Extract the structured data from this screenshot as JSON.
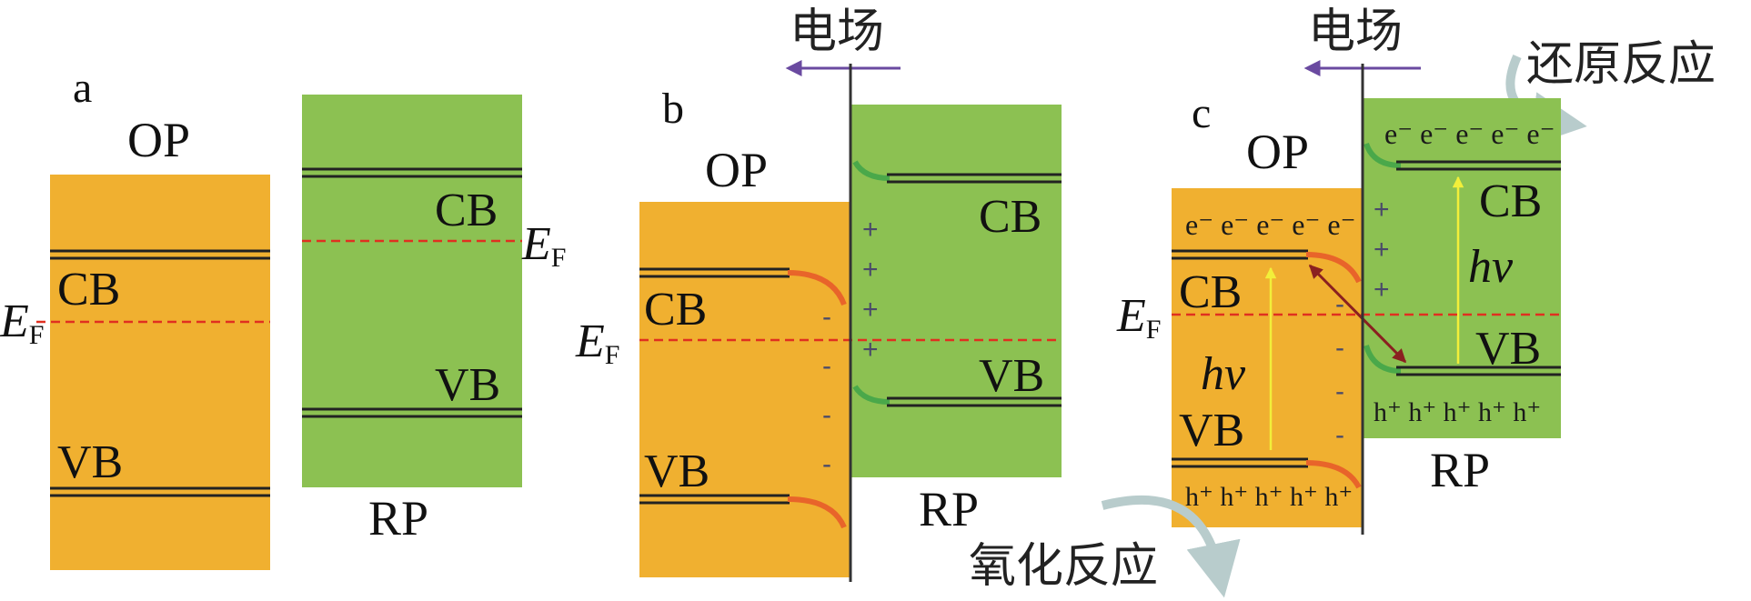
{
  "panel_a": {
    "letter": "a",
    "op_label": "OP",
    "rp_label": "RP",
    "op_cb": "CB",
    "op_vb": "VB",
    "rp_cb": "CB",
    "rp_vb": "VB",
    "ef_left": "E",
    "ef_left_sub": "F",
    "ef_right": "E",
    "ef_right_sub": "F"
  },
  "panel_b": {
    "letter": "b",
    "field_label": "电场",
    "op_label": "OP",
    "rp_label": "RP",
    "op_cb": "CB",
    "op_vb": "VB",
    "rp_cb": "CB",
    "rp_vb": "VB",
    "ef": "E",
    "ef_sub": "F",
    "minus": "-",
    "plus": "+"
  },
  "panel_c": {
    "letter": "c",
    "field_label": "电场",
    "reduction_label": "还原反应",
    "oxidation_label": "氧化反应",
    "op_label": "OP",
    "rp_label": "RP",
    "op_cb": "CB",
    "op_vb": "VB",
    "rp_cb": "CB",
    "rp_vb": "VB",
    "ef": "E",
    "ef_sub": "F",
    "hv_op": "hv",
    "hv_rp": "hv",
    "electrons_op": "e⁻ e⁻ e⁻ e⁻ e⁻",
    "electrons_rp": "e⁻ e⁻ e⁻ e⁻ e⁻",
    "holes_op": "h⁺ h⁺ h⁺ h⁺ h⁺",
    "holes_rp": "h⁺ h⁺ h⁺ h⁺ h⁺",
    "minus": "-",
    "plus": "+"
  },
  "colors": {
    "op_fill": "#f0b030",
    "rp_fill": "#8cc152",
    "band_line": "#222222",
    "fermi_line": "#e03020",
    "op_bend": "#e8642a",
    "rp_bend": "#4aa84a",
    "field_arrow": "#6a4aa0",
    "hv_arrow": "#f2ef3a",
    "transfer_arrow": "#8a2020",
    "curved_arrow": "#b8cccc"
  }
}
